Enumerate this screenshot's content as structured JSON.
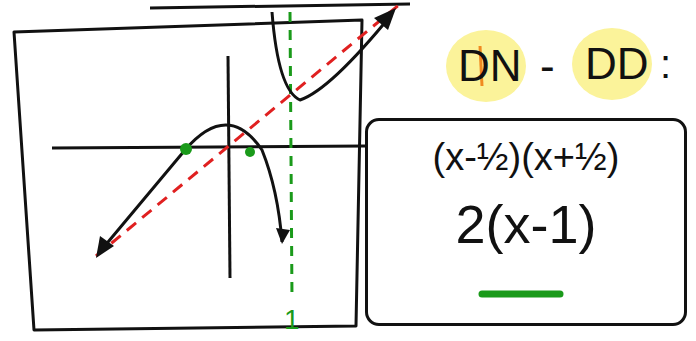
{
  "diagram": {
    "nodes": [
      {
        "text": [
          "(x-½)(x+½)",
          "2(x-1)"
        ]
      }
    ],
    "labels": [
      "DN",
      "-",
      "DD",
      ":",
      "1"
    ]
  }
}
